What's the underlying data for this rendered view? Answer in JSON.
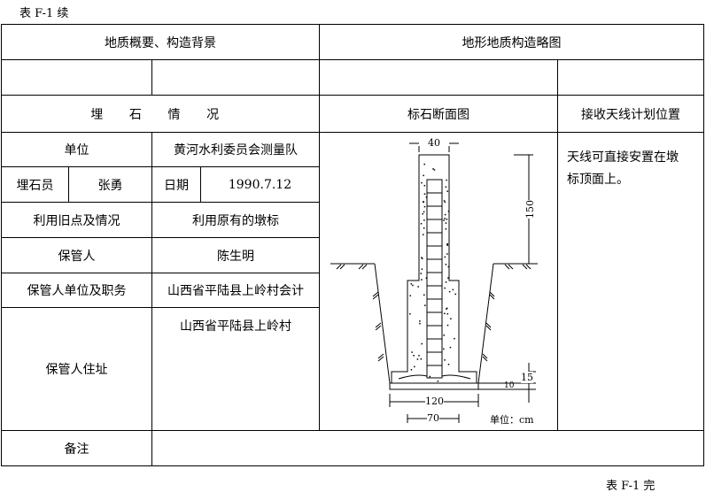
{
  "caption_top": "表 F-1 续",
  "caption_bottom": "表 F-1 完",
  "headers": {
    "geology": "地质概要、构造背景",
    "terrain": "地形地质构造略图",
    "burial": "埋 石 情 况",
    "section": "标石断面图",
    "antenna": "接收天线计划位置"
  },
  "rows": {
    "unit_label": "单位",
    "unit_value": "黄河水利委员会测量队",
    "burier_label": "埋石员",
    "burier_value": "张勇",
    "date_label": "日期",
    "date_value": "1990.7.12",
    "old_point_label": "利用旧点及情况",
    "old_point_value": "利用原有的墩标",
    "keeper_label": "保管人",
    "keeper_value": "陈生明",
    "keeper_unit_label": "保管人单位及职务",
    "keeper_unit_value": "山西省平陆县上岭村会计",
    "keeper_addr_label": "保管人住址",
    "keeper_addr_value": "山西省平陆县上岭村",
    "remarks_label": "备注"
  },
  "antenna_text": [
    "天线可直接安置在墩",
    "标顶面上。"
  ],
  "diagram": {
    "dim_top": "40",
    "dim_height": "150",
    "dim_15": "15",
    "dim_10": "10",
    "dim_120": "120",
    "dim_70": "70",
    "unit_note": "单位：cm"
  }
}
